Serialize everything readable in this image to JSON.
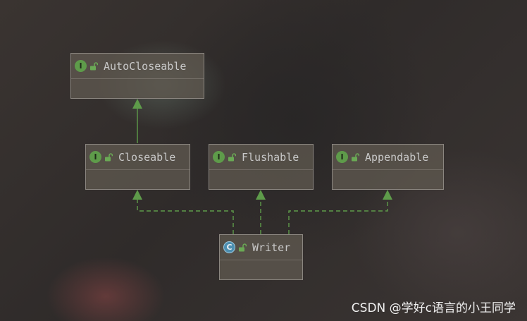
{
  "diagram": {
    "nodes": [
      {
        "id": "autocloseable",
        "name": "AutoCloseable",
        "kind": "I",
        "kind_type": "interface"
      },
      {
        "id": "closeable",
        "name": "Closeable",
        "kind": "I",
        "kind_type": "interface"
      },
      {
        "id": "flushable",
        "name": "Flushable",
        "kind": "I",
        "kind_type": "interface"
      },
      {
        "id": "appendable",
        "name": "Appendable",
        "kind": "I",
        "kind_type": "interface"
      },
      {
        "id": "writer",
        "name": "Writer",
        "kind": "C",
        "kind_type": "class"
      }
    ],
    "edges": [
      {
        "from": "closeable",
        "to": "autocloseable",
        "style": "solid"
      },
      {
        "from": "writer",
        "to": "closeable",
        "style": "dashed"
      },
      {
        "from": "writer",
        "to": "flushable",
        "style": "dashed"
      },
      {
        "from": "writer",
        "to": "appendable",
        "style": "dashed"
      }
    ],
    "colors": {
      "edge": "#5e9b4a",
      "interface_icon": "#5e9b4a",
      "class_icon": "#4d8fb0",
      "node_text": "#c8c8c8"
    }
  },
  "watermark": "CSDN @学好c语言的小王同学"
}
